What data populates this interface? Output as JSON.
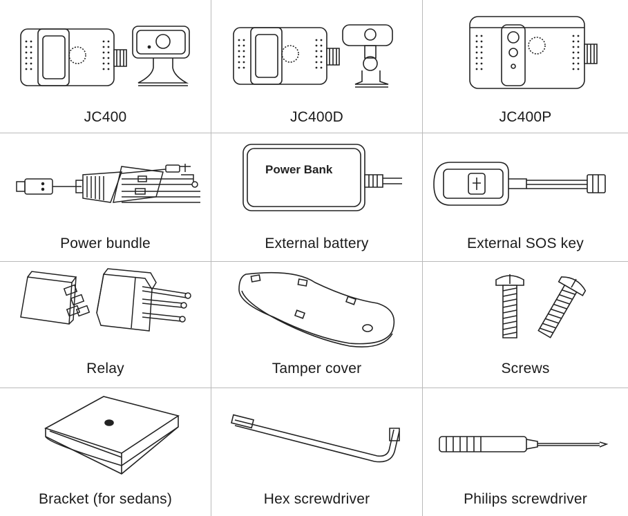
{
  "items": [
    {
      "label": "JC400",
      "icon": "jc400-camera-icon"
    },
    {
      "label": "JC400D",
      "icon": "jc400d-camera-icon"
    },
    {
      "label": "JC400P",
      "icon": "jc400p-camera-icon"
    },
    {
      "label": "Power bundle",
      "icon": "power-bundle-icon"
    },
    {
      "label": "External battery",
      "icon": "external-battery-icon",
      "device_text": "Power Bank"
    },
    {
      "label": "External SOS key",
      "icon": "sos-key-icon"
    },
    {
      "label": "Relay",
      "icon": "relay-icon"
    },
    {
      "label": "Tamper cover",
      "icon": "tamper-cover-icon"
    },
    {
      "label": "Screws",
      "icon": "screws-icon"
    },
    {
      "label": "Bracket (for sedans)",
      "icon": "bracket-icon"
    },
    {
      "label": "Hex screwdriver",
      "icon": "hex-screwdriver-icon"
    },
    {
      "label": "Philips screwdriver",
      "icon": "philips-screwdriver-icon"
    }
  ]
}
